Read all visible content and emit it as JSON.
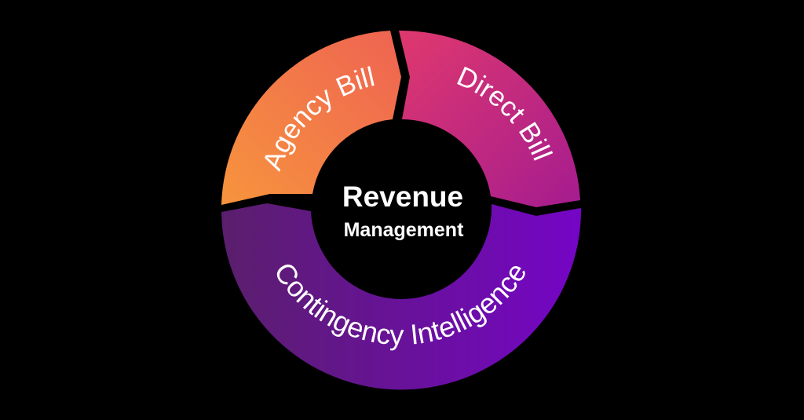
{
  "diagram": {
    "type": "cycle-ring",
    "background": "#000000",
    "center": {
      "title": "Revenue",
      "subtitle": "Management",
      "text_color": "#FFFFFF"
    },
    "segments": [
      {
        "id": "agency-bill",
        "label": "Agency Bill",
        "gradient_start": "#F7943D",
        "gradient_end": "#EE6352"
      },
      {
        "id": "direct-bill",
        "label": "Direct Bill",
        "gradient_start": "#DF386E",
        "gradient_end": "#A51C8F"
      },
      {
        "id": "contingency-intelligence",
        "label": "Contingency Intelligence",
        "gradient_start": "#5A1F6C",
        "gradient_end": "#7505C6"
      }
    ],
    "flow_direction": "clockwise"
  }
}
